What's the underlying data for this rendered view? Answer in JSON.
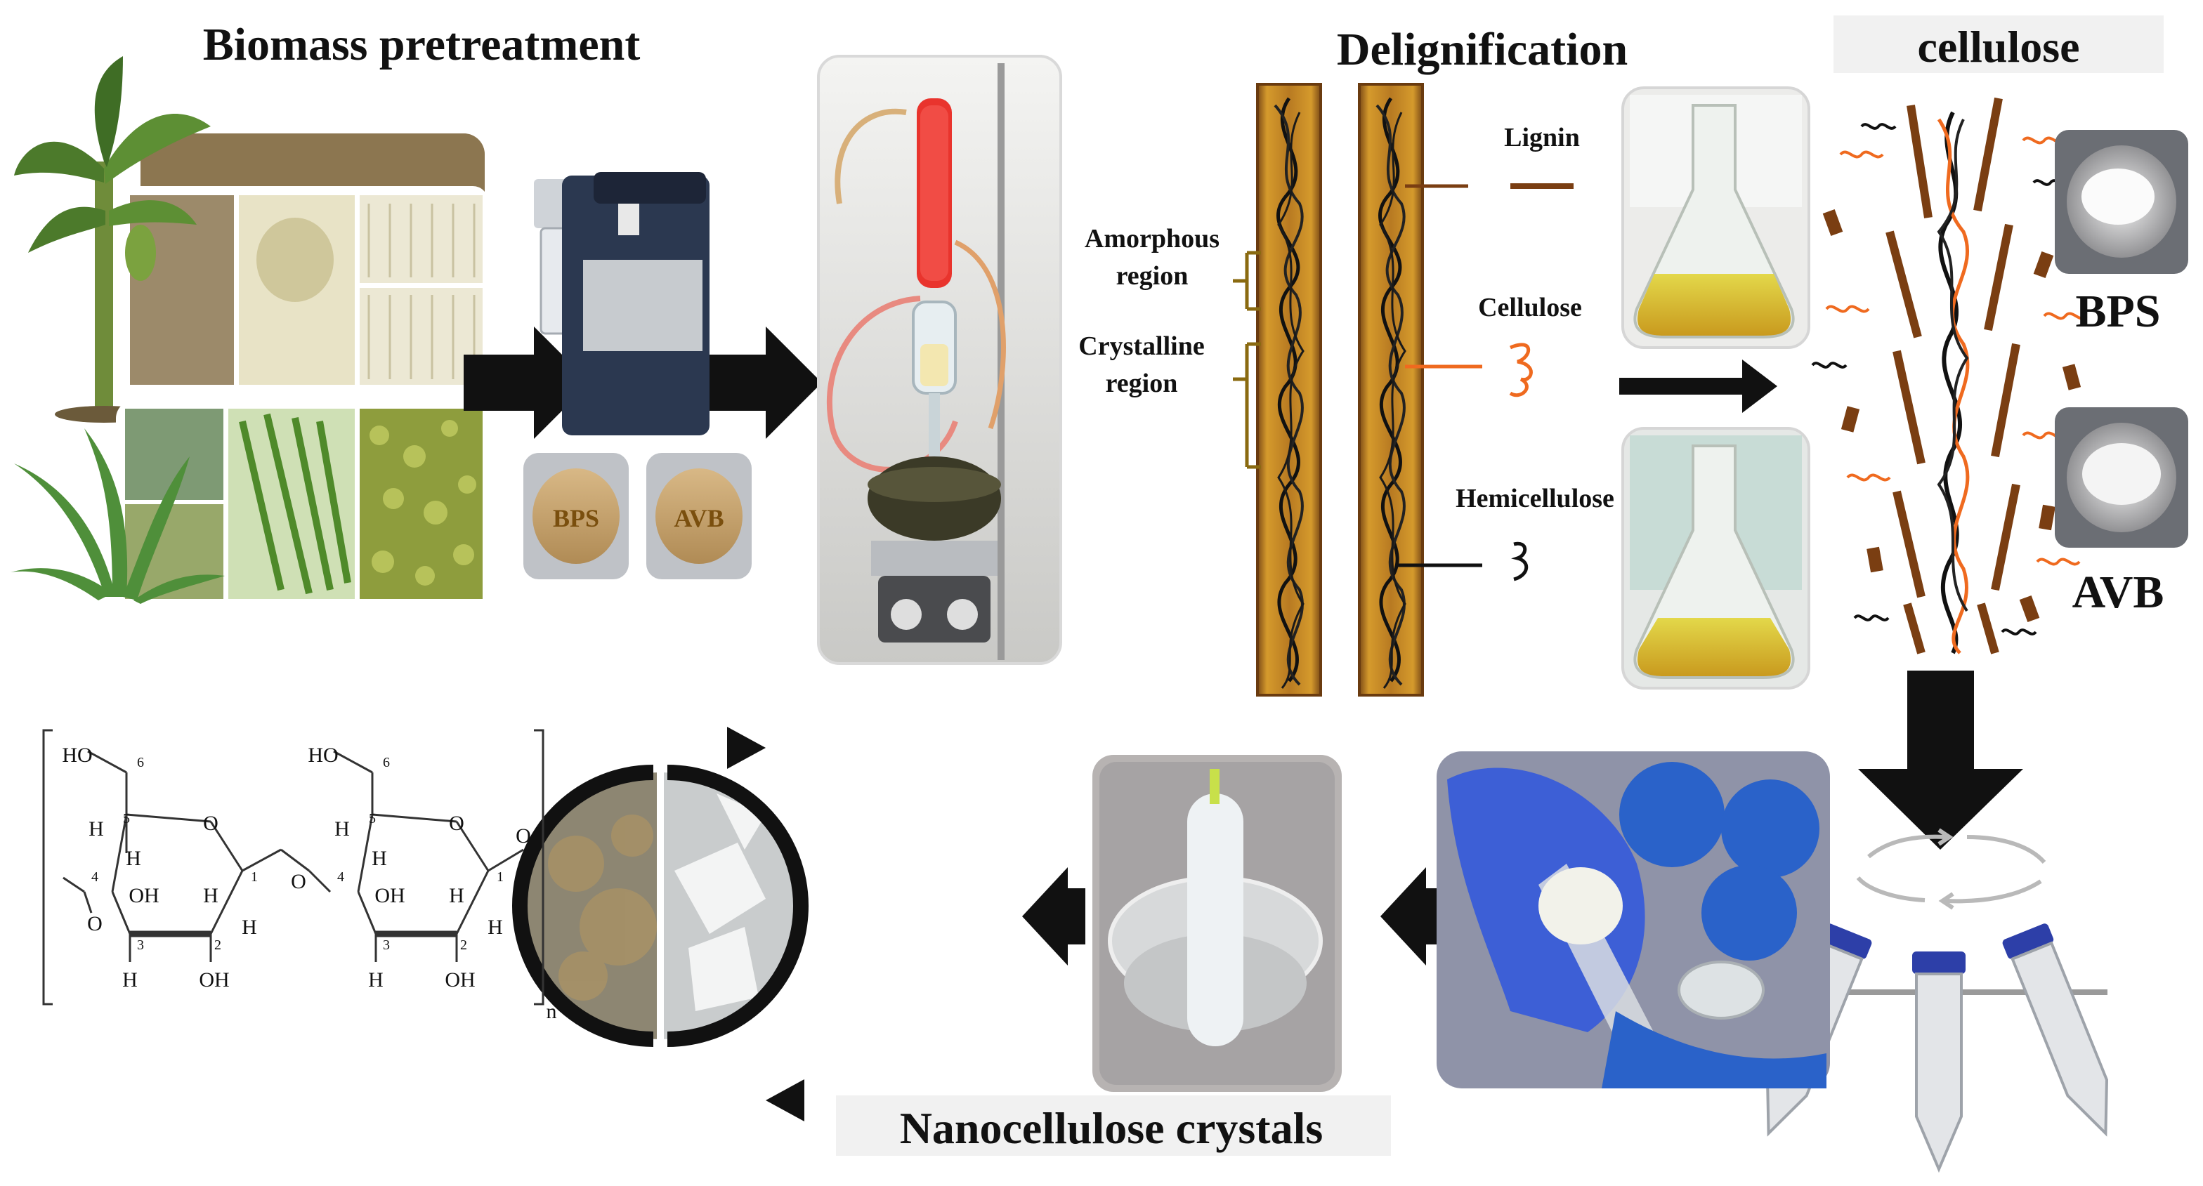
{
  "titles": {
    "pretreatment": "Biomass pretreatment",
    "delignification": "Delignification",
    "cellulose": "cellulose",
    "nanocrystals": "Nanocellulose crystals"
  },
  "samples": {
    "bps": "BPS",
    "avb": "AVB"
  },
  "regions": {
    "amorphous_1": "Amorphous",
    "amorphous_2": "region",
    "crystalline_1": "Crystalline",
    "crystalline_2": "region"
  },
  "components": {
    "lignin": "Lignin",
    "cellulose": "Cellulose",
    "hemicellulose": "Hemicellulose"
  },
  "structure": {
    "ho_left": "HO",
    "c6_left": "6",
    "c5_left": "5",
    "c4_left": "4",
    "h_a": "H",
    "h_b": "H",
    "oh_a": "OH",
    "h_c": "H",
    "c1_left": "1",
    "h_d": "H",
    "c3_left": "3",
    "c2_left": "2",
    "h_e": "H",
    "oh_b": "OH",
    "bridge_o": "O",
    "ring_o_left": "O",
    "end_o_left": "O",
    "ho_right": "HO",
    "c6_right": "6",
    "c5_right": "5",
    "c4_right": "4",
    "h_f": "H",
    "h_g": "H",
    "oh_c": "OH",
    "h_h": "H",
    "c1_right": "1",
    "h_i": "H",
    "c3_right": "3",
    "c2_right": "2",
    "h_j": "H",
    "oh_d": "OH",
    "ring_o_right": "O",
    "end_o_right": "O",
    "subscript": "n"
  },
  "colors": {
    "arrow": "#111111",
    "fiber_brown": "#8a4e1a",
    "fiber_gold": "#c78f2a",
    "lignin": "#7a3e12",
    "cellulose": "#ef6a1f",
    "hemicellulose": "#111111",
    "glove": "#3d5fd6",
    "tube_cap": "#2d3fa8"
  }
}
